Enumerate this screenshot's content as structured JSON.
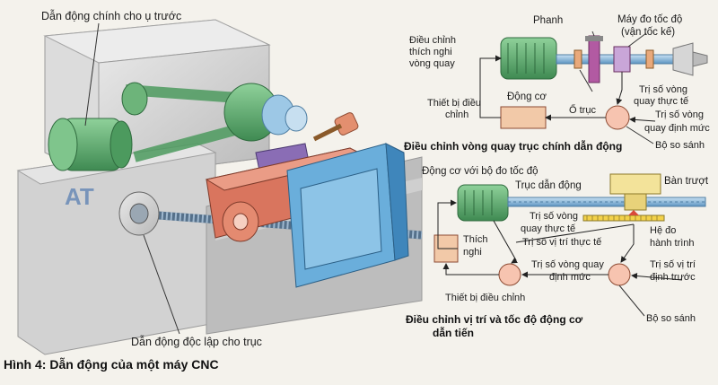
{
  "figure": {
    "caption": "Hình 4: Dẫn động của một máy CNC"
  },
  "machine": {
    "label_top": "Dẫn động chính cho ụ trước",
    "label_bottom": "Dẫn động độc lập cho trục",
    "watermark": "AT"
  },
  "spindle_loop": {
    "title": "Điều chỉnh vòng quay trục chính dẫn động",
    "labels": {
      "adaptive_line1": "Điều chỉnh",
      "adaptive_line2": "thích nghi",
      "adaptive_line3": "vòng quay",
      "brake": "Phanh",
      "tacho_line1": "Máy đo tốc độ",
      "tacho_line2": "(vận tốc kế)",
      "motor": "Động cơ",
      "bearing": "Ổ trục",
      "actual_line1": "Trị số vòng",
      "actual_line2": "quay thực tế",
      "controller_line1": "Thiết bị điều",
      "controller_line2": "chỉnh",
      "setpoint_line1": "Trị số vòng",
      "setpoint_line2": "quay định mức",
      "comparator": "Bộ so sánh"
    }
  },
  "feed_loop": {
    "title_line1": "Điều chỉnh vị trí và tốc độ động cơ",
    "title_line2": "dẫn tiến",
    "labels": {
      "motor_tacho": "Động cơ với bộ đo tốc độ",
      "leadscrew": "Trục dẫn động",
      "slide": "Bàn trượt",
      "speed_actual_line1": "Trị số vòng",
      "speed_actual_line2": "quay thực tế",
      "adaptive_line1": "Thích",
      "adaptive_line2": "nghi",
      "pos_actual": "Trị số vị trí thực tế",
      "travel_line1": "Hệ đo",
      "travel_line2": "hành trình",
      "speed_set_line1": "Trị số vòng quay",
      "speed_set_line2": "định mức",
      "pos_set_line1": "Trị số vị trí",
      "pos_set_line2": "định trước",
      "controller": "Thiết bị điều chỉnh",
      "comparator": "Bộ so sánh"
    }
  },
  "colors": {
    "motor_green": "#5aa66a",
    "table_red": "#d9755e",
    "cross_slide_blue": "#6aaedb",
    "controller_fill": "#f2c9a8",
    "comparator_fill": "#f7c4b0",
    "slide_yellow": "#f3e39a",
    "shaft_blue": "#7fb5dc"
  }
}
